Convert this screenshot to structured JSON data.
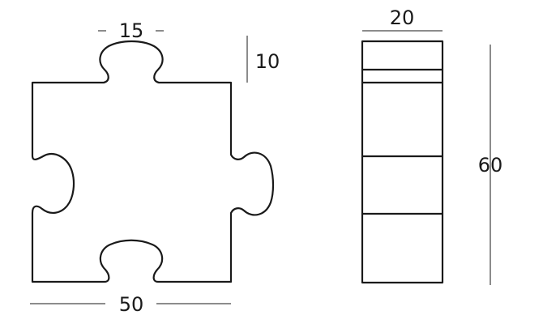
{
  "diagram": {
    "dimensions": {
      "tab_width": "15",
      "tab_height": "10",
      "piece_width": "50",
      "side_depth": "20",
      "side_height": "60"
    }
  }
}
